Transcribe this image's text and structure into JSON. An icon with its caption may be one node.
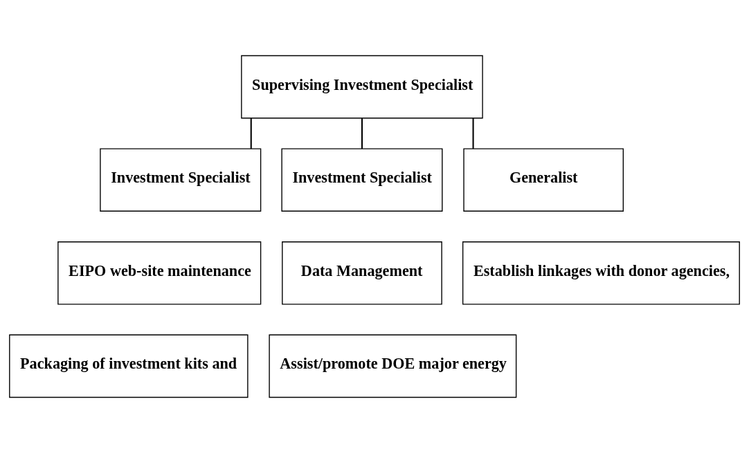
{
  "diagram": {
    "nodes": [
      {
        "text": [
          "Supervising Investment Specialist"
        ]
      },
      {
        "text": [
          "Investment Specialist"
        ]
      },
      {
        "text": [
          "Investment Specialist"
        ]
      },
      {
        "text": [
          "Generalist"
        ]
      },
      {
        "text": [
          "EIPO web-site maintenance"
        ]
      },
      {
        "text": [
          "Data Management"
        ]
      },
      {
        "text": [
          "Establish linkages with donor agencies,"
        ]
      },
      {
        "text": [
          "Packaging of investment kits and"
        ]
      },
      {
        "text": [
          "Assist/promote DOE major energy"
        ]
      }
    ],
    "edges": [
      {
        "from": 0,
        "to": 1,
        "arrow": "none"
      },
      {
        "from": 0,
        "to": 2,
        "arrow": "none"
      },
      {
        "from": 0,
        "to": 3,
        "arrow": "none"
      }
    ]
  }
}
